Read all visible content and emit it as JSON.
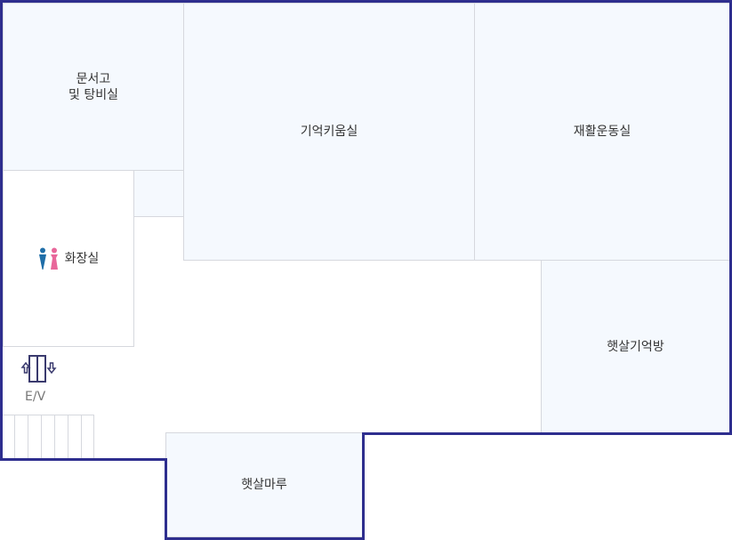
{
  "floorplan": {
    "rooms": [
      {
        "id": "archive",
        "label": "문서고\n및 탕비실"
      },
      {
        "id": "memory",
        "label": "기억키움실"
      },
      {
        "id": "rehab",
        "label": "재활운동실"
      },
      {
        "id": "restroom",
        "label": "화장실"
      },
      {
        "id": "sunlight_memory",
        "label": "햇살기억방"
      },
      {
        "id": "sunlight_floor",
        "label": "햇살마루"
      }
    ],
    "elevator": {
      "label": "E/V"
    },
    "colors": {
      "outline": "#2e2e8e",
      "room_fill": "#f5f9fe",
      "divider": "#d6d8de",
      "male": "#1f6ea8",
      "female": "#e8679a"
    }
  }
}
